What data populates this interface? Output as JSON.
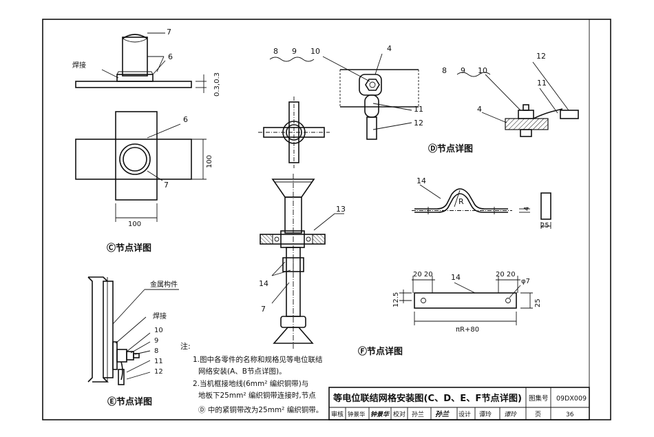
{
  "labels": {
    "c_num7": "7",
    "c_num6a": "6",
    "c_weld": "焊接",
    "c_dim_thick": "0.3,0.3",
    "c_num6b": "6",
    "c_dim100_v": "100",
    "c_num7b": "7",
    "c_dim100_h": "100",
    "c_title": "Ⓒ节点详图",
    "top_8": "8",
    "top_9": "9",
    "top_10": "10",
    "top_4": "4",
    "top_11": "11",
    "top_12": "12",
    "d_8": "8",
    "d_9": "9",
    "d_10": "10",
    "d_12": "12",
    "d_11": "11",
    "d_4": "4",
    "d_title": "Ⓓ节点详图",
    "f_14a": "14",
    "f_R": "R",
    "f_4": "4",
    "f_25a": "25",
    "f_2020a": "20 20",
    "f_14b": "14",
    "f_2020b": "20 20",
    "f_phi7": "φ7",
    "f_125": "12.5",
    "f_25b": "25",
    "f_piR80": "πR+80",
    "f_title": "Ⓕ节点详图",
    "mid_13": "13",
    "mid_14": "14",
    "mid_7": "7",
    "e_metal": "金属构件",
    "e_weld": "焊接",
    "e_10": "10",
    "e_9": "9",
    "e_8": "8",
    "e_11": "11",
    "e_12": "12",
    "e_title": "Ⓔ节点详图"
  },
  "notes": {
    "heading": "注:",
    "line1": "1.图中各零件的名称和规格见等电位联结",
    "line2": "网络安装(A、B节点详图)。",
    "line3": "2.当机框接地线(6mm² 编织铜带)与",
    "line4": "地板下25mm² 编织铜带连接时,节点",
    "line5": "Ⓓ 中的紧铜带改为25mm² 编织铜带。"
  },
  "titleblock": {
    "title": "等电位联结网格安装图(C、D、E、F节点详图)",
    "drawing_no_label": "图集号",
    "drawing_no": "09DX009",
    "review_label": "审核",
    "review_name": "钟景华",
    "review_sig": "钟景华",
    "check_label": "校对",
    "check_name": "孙兰",
    "check_sig": "孙兰",
    "design_label": "设计",
    "design_name": "谭玲",
    "design_sig": "谭玲",
    "page_label": "页",
    "page_no": "36"
  }
}
